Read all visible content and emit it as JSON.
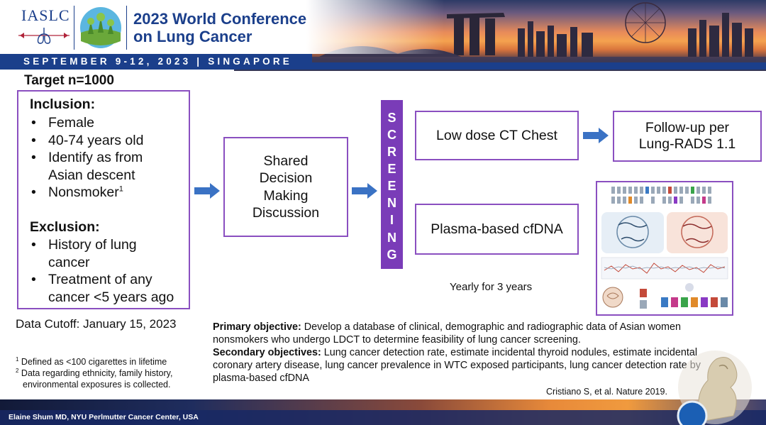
{
  "header": {
    "org": "IASLC",
    "title_line1": "2023 World Conference",
    "title_line2": "on Lung Cancer",
    "date_location": "SEPTEMBER 9-12, 2023 | SINGAPORE"
  },
  "target": "Target n=1000",
  "criteria": {
    "inclusion_title": "Inclusion:",
    "inclusion_items": [
      "Female",
      "40-74 years old",
      "Identify as from",
      "Asian descent",
      "Nonsmoker"
    ],
    "nonsmoker_footnote": "1",
    "exclusion_title": "Exclusion:",
    "exclusion_items": [
      "History of lung",
      "cancer",
      "Treatment of any",
      "cancer <5 years ago"
    ],
    "bullet": "•"
  },
  "flow": {
    "sdm_lines": [
      "Shared",
      "Decision",
      "Making",
      "Discussion"
    ],
    "screening_letters": [
      "S",
      "C",
      "R",
      "E",
      "E",
      "N",
      "I",
      "N",
      "G"
    ],
    "ldct": "Low dose CT Chest",
    "followup_line1": "Follow-up per",
    "followup_line2": "Lung-RADS 1.1",
    "cfdna": "Plasma-based cfDNA",
    "yearly": "Yearly for 3 years"
  },
  "data_cutoff": "Data Cutoff: January 15, 2023",
  "objectives": {
    "primary_label": "Primary objective:",
    "primary_text": " Develop a database of clinical, demographic and radiographic data of Asian women nonsmokers who undergo LDCT to determine feasibility of lung cancer screening.",
    "secondary_label": "Secondary objectives:",
    "secondary_text": " Lung cancer detection rate, estimate incidental thyroid nodules, estimate incidental coronary artery disease, lung cancer prevalence in WTC exposed participants, lung cancer detection rate by plasma-based cfDNA"
  },
  "footnotes": {
    "fn1_mark": "1",
    "fn1": " Defined as <100 cigarettes in lifetime",
    "fn2_mark": "2",
    "fn2_line1": " Data regarding ethnicity, family history,",
    "fn2_line2": "environmental exposures is collected."
  },
  "citation": "Cristiano S, et al. Nature 2019.",
  "footer_credit": "Elaine Shum MD, NYU Perlmutter Cancer Center, USA",
  "colors": {
    "accent_purple": "#7a3cb8",
    "box_border": "#8a4fc0",
    "arrow_blue": "#3a72c4",
    "brand_navy": "#1b3f8b"
  }
}
